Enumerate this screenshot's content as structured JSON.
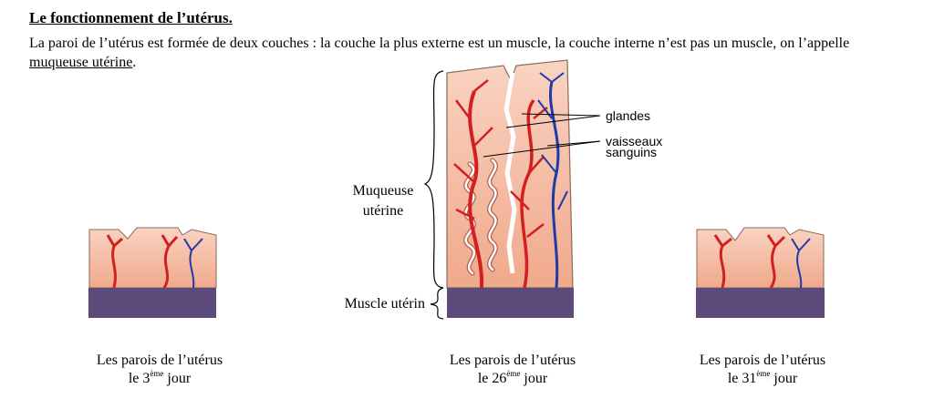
{
  "heading": "Le fonctionnement de l’utérus.",
  "intro": {
    "text_before": "La paroi de l’utérus est formée de deux couches : la couche la plus externe est un muscle, la couche interne n’est pas un muscle, on l’appelle ",
    "underlined": "muqueuse utérine",
    "text_after": "."
  },
  "labels": {
    "glandes": "glandes",
    "vaisseaux_1": "vaisseaux",
    "vaisseaux_2": "sanguins",
    "muqueuse_1": "Muqueuse",
    "muqueuse_2": "utérine",
    "muscle": "Muscle utérin"
  },
  "captions": [
    {
      "line1": "Les parois de l’utérus",
      "prefix": "le 3",
      "sup": "ème",
      "suffix": " jour"
    },
    {
      "line1": "Les parois de l’utérus",
      "prefix": "le 26",
      "sup": "ème",
      "suffix": " jour"
    },
    {
      "line1": "Les parois de l’utérus",
      "prefix": "le 31",
      "sup": "ème",
      "suffix": " jour"
    }
  ],
  "colors": {
    "muscle": "#5c4a7a",
    "mucosa": "#f4b9a0",
    "artery": "#d21f1f",
    "vein": "#1f3aa8"
  }
}
